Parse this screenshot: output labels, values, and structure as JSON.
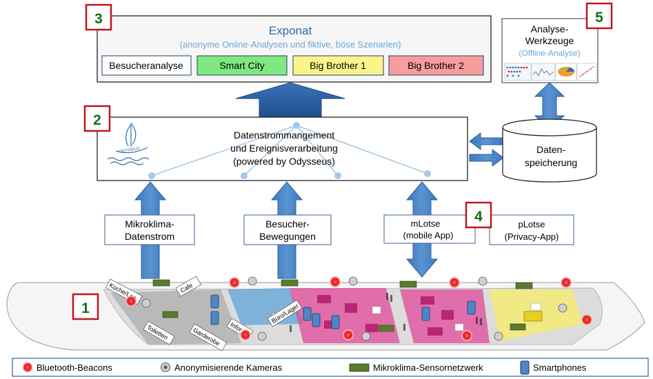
{
  "badges": {
    "b1": "1",
    "b2": "2",
    "b3": "3",
    "b4": "4",
    "b5": "5"
  },
  "exponat": {
    "title": "Exponat",
    "subtitle": "(anonyme Online-Analysen  und fiktive, böse Szenarien)",
    "buttons": [
      {
        "label": "Besucheranalyse",
        "color": "#ffffff"
      },
      {
        "label": "Smart City",
        "color": "#7fe87f"
      },
      {
        "label": "Big Brother 1",
        "color": "#fbf48a"
      },
      {
        "label": "Big Brother 2",
        "color": "#f99c9c"
      }
    ]
  },
  "analyse": {
    "title_line1": "Analyse-",
    "title_line2": "Werkzeuge",
    "subtitle": "(Offline-Analyse)"
  },
  "stream": {
    "line1": "Datenstrommangement",
    "line2": "und Ereignisverarbeitung",
    "line3": "(powered by Odysseus)",
    "logo_text": "ODYSSEUS"
  },
  "storage": {
    "line1": "Daten-",
    "line2": "speicherung"
  },
  "sources": {
    "mikroklima": {
      "line1": "Mikroklima-",
      "line2": "Datenstrom"
    },
    "besucher": {
      "line1": "Besucher-",
      "line2": "Bewegungen"
    },
    "mlotse": {
      "line1": "mLotse",
      "line2": "(mobile App)"
    },
    "plotse": {
      "line1": "pLotse",
      "line2": "(Privacy-App)"
    }
  },
  "ship_labels": [
    "Küche/Lag",
    "Cafe",
    "Toiletten",
    "Garderobe",
    "Infor",
    "Büro/Lager"
  ],
  "legend": [
    {
      "label": "Bluetooth-Beacons",
      "icon": "beacon-icon"
    },
    {
      "label": "Anonymisierende Kameras",
      "icon": "camera-icon"
    },
    {
      "label": "Mikroklima-Sensornetzwerk",
      "icon": "sensor-icon"
    },
    {
      "label": "Smartphones",
      "icon": "smartphone-icon"
    }
  ],
  "colors": {
    "arrow": "#4e86c6",
    "arrow_dark": "#2c5f9e",
    "badge_border": "#c0161a",
    "badge_text": "#1a6a1a",
    "link": "#a8c8e8",
    "title_blue": "#2e6aa8",
    "sub_blue": "#6aa6d8"
  }
}
